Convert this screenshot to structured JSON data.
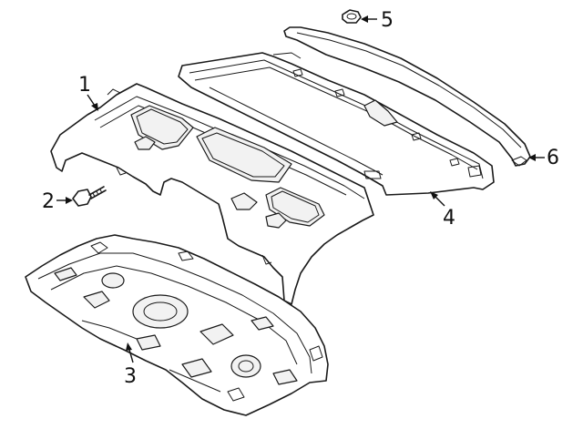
{
  "callouts": {
    "c1": "1",
    "c2": "2",
    "c3": "3",
    "c4": "4",
    "c5": "5",
    "c6": "6"
  },
  "colors": {
    "stroke": "#1a1a1a",
    "background": "#ffffff"
  }
}
